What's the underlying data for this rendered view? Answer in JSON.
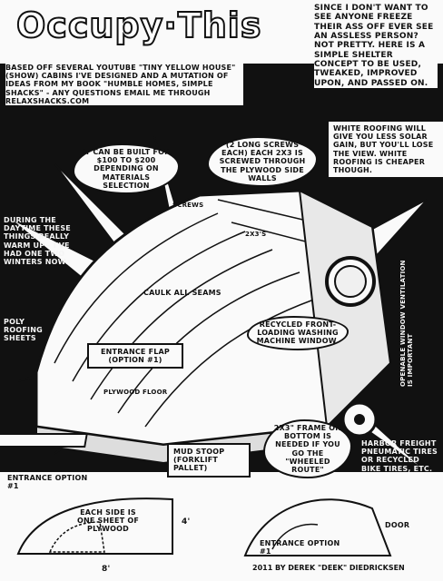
{
  "title": "Occupy·This",
  "intro": "Based off several YouTube \"Tiny Yellow House\" (show) cabins I've designed and a mutation of ideas from my book \"Humble Homes, Simple Shacks\" - any questions email me through Relaxshacks.com",
  "intro_right": "Since I don't want to see anyone freeze their ass off ever see an assless person? Not pretty. Here is a simple shelter concept to be used, tweaked, improved upon, and passed on.",
  "notes": {
    "cost": "It can be built for $100 to $200 depending on materials selection",
    "screws_note": "(2 long screws each) each 2x3 is screwed through the plywood side walls",
    "white_roofing": "White roofing will give you less solar gain, but you'll lose the view. White roofing is cheaper though.",
    "screws_label": "Screws",
    "daytime": "During the daytime these things really warm up - I've had one two winters now.",
    "poly_roofing": "Poly roofing sheets",
    "caulk": "Caulk all seams",
    "window": "Recycled front-loading washing machine window.",
    "ventilation": "Openable window ventilation is important",
    "entrance_flap": "Entrance flap (option #1)",
    "plywood_floor": "Plywood floor",
    "mud_stoop": "Mud stoop (forklift pallet)",
    "frame": "2x3\" frame on bottom is needed if you go the \"wheeled route\"",
    "harbor": "Harbor Freight pneumatic tires or recycled bike tires, etc.",
    "entrance_opt_left": "Entrance option #1",
    "each_side": "Each side is one sheet of plywood",
    "dim_4": "4'",
    "dim_8": "8'",
    "entrance_opt_right": "Entrance option #1",
    "door": "Door",
    "two_by_three": "2x3's"
  },
  "credit": "2011 by Derek \"Deek\" Diedricksen"
}
